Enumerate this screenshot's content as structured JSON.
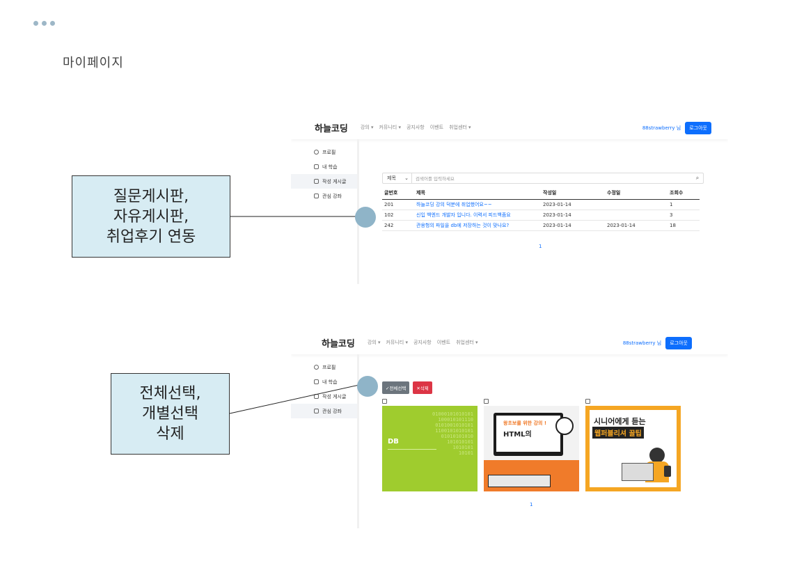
{
  "page": {
    "title": "마이페이지"
  },
  "app": {
    "brand": "하늘코딩",
    "menu": [
      "강의 ▾",
      "커뮤니티 ▾",
      "공지사항",
      "이벤트",
      "취업센터 ▾"
    ],
    "user": "88strawberry 님",
    "logout": "로그아웃"
  },
  "sidebar": {
    "items": [
      {
        "label": "프로필",
        "icon": "user-circle-icon"
      },
      {
        "label": "내 학습",
        "icon": "book-icon"
      },
      {
        "label": "작성 게시글",
        "icon": "edit-icon"
      },
      {
        "label": "관심 강좌",
        "icon": "bookmark-icon"
      }
    ]
  },
  "board_view": {
    "search_select": "제목",
    "search_placeholder": "검색어를 입력하세요",
    "columns": [
      "글번호",
      "제목",
      "작성일",
      "수정일",
      "조회수"
    ],
    "rows": [
      {
        "no": "201",
        "title": "하늘코딩 강의 덕분에 취업했어요~~",
        "created": "2023-01-14",
        "updated": "",
        "views": "1"
      },
      {
        "no": "102",
        "title": "신입 백엔드 개발자 입니다. 이력서 피드백좀요",
        "created": "2023-01-14",
        "updated": "",
        "views": "3"
      },
      {
        "no": "242",
        "title": "관용헝의 파일을 db에 저장하는 것이 맞나요?",
        "created": "2023-01-14",
        "updated": "2023-01-14",
        "views": "18"
      }
    ],
    "page": "1"
  },
  "interest_view": {
    "select_all": "✓전체선택",
    "delete": "✕삭제",
    "cards": [
      {
        "title": "DB",
        "code": "01000101010101\n100010101110\n0101001010101\n1100101010101\n01010101010\n101010101\n1010101\n10101"
      },
      {
        "title_line1": "왕초보를 위한 강의 !",
        "title_line2": "HTML의"
      },
      {
        "title_line1": "시니어에게 듣는",
        "title_line2": "웹퍼블리셔 꿀팁"
      }
    ],
    "page": "1"
  },
  "callouts": {
    "first": [
      "질문게시판,",
      "자유게시판,",
      "취업후기 연동"
    ],
    "second": [
      "전체선택,",
      "개별선택",
      "삭제"
    ]
  },
  "colors": {
    "accent": "#0d6efd",
    "danger": "#dc3545",
    "callout_bg": "#d7ecf3",
    "marker": "#8fb4c8"
  }
}
